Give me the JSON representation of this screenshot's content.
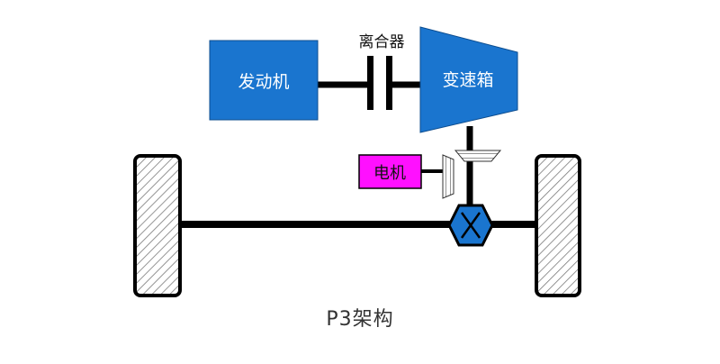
{
  "labels": {
    "engine": "发动机",
    "clutch": "离合器",
    "gearbox": "变速箱",
    "motor": "电机"
  },
  "caption": "P3架构",
  "colors": {
    "component_blue": "#1a75cf",
    "motor_magenta": "#ff10ff",
    "line_black": "#000000",
    "label_white": "#ffffff"
  }
}
